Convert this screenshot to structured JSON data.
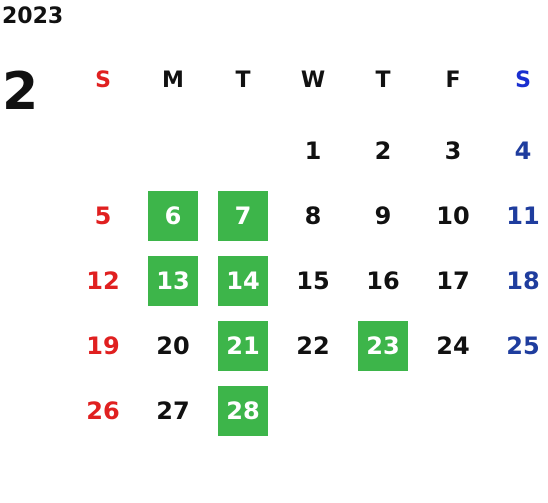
{
  "calendar": {
    "year": "2023",
    "month": "2",
    "weekday_headers": [
      "S",
      "M",
      "T",
      "W",
      "T",
      "F",
      "S"
    ],
    "colors": {
      "sunday": "#e02020",
      "saturday_header": "#1a2fd0",
      "saturday_day": "#1f3d9e",
      "weekday": "#111111",
      "highlight_bg": "#3db54a",
      "highlight_text": "#ffffff"
    },
    "weeks": [
      [
        null,
        null,
        null,
        "1",
        "2",
        "3",
        "4"
      ],
      [
        "5",
        "6",
        "7",
        "8",
        "9",
        "10",
        "11"
      ],
      [
        "12",
        "13",
        "14",
        "15",
        "16",
        "17",
        "18"
      ],
      [
        "19",
        "20",
        "21",
        "22",
        "23",
        "24",
        "25"
      ],
      [
        "26",
        "27",
        "28",
        null,
        null,
        null,
        null
      ]
    ],
    "highlighted_days": [
      "6",
      "7",
      "13",
      "14",
      "21",
      "23",
      "28"
    ]
  }
}
